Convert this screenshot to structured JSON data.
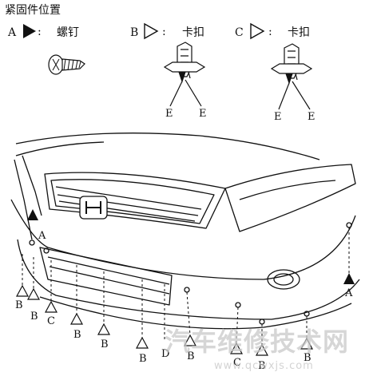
{
  "title": "紧固件位置",
  "legend": [
    {
      "letter": "A",
      "symbol": "filled-triangle",
      "name": "螺钉"
    },
    {
      "letter": "B",
      "symbol": "hollow-triangle",
      "name": "卡扣"
    },
    {
      "letter": "C",
      "symbol": "hollow-triangle",
      "name": "卡扣"
    }
  ],
  "legend_colon": ":",
  "clip_labels": {
    "b_left": "E",
    "b_right": "E",
    "c_left": "E",
    "c_right": "E"
  },
  "callouts": {
    "a_left": "A",
    "a_right": "A",
    "b1": "B",
    "b2": "B",
    "c1": "C",
    "b3": "B",
    "b4": "B",
    "b5": "B",
    "d": "D",
    "b6": "B",
    "c2": "C",
    "b7": "B",
    "b8": "B"
  },
  "watermark": {
    "main": "汽车维修技术网",
    "url": "www.qcwxjs.com"
  }
}
